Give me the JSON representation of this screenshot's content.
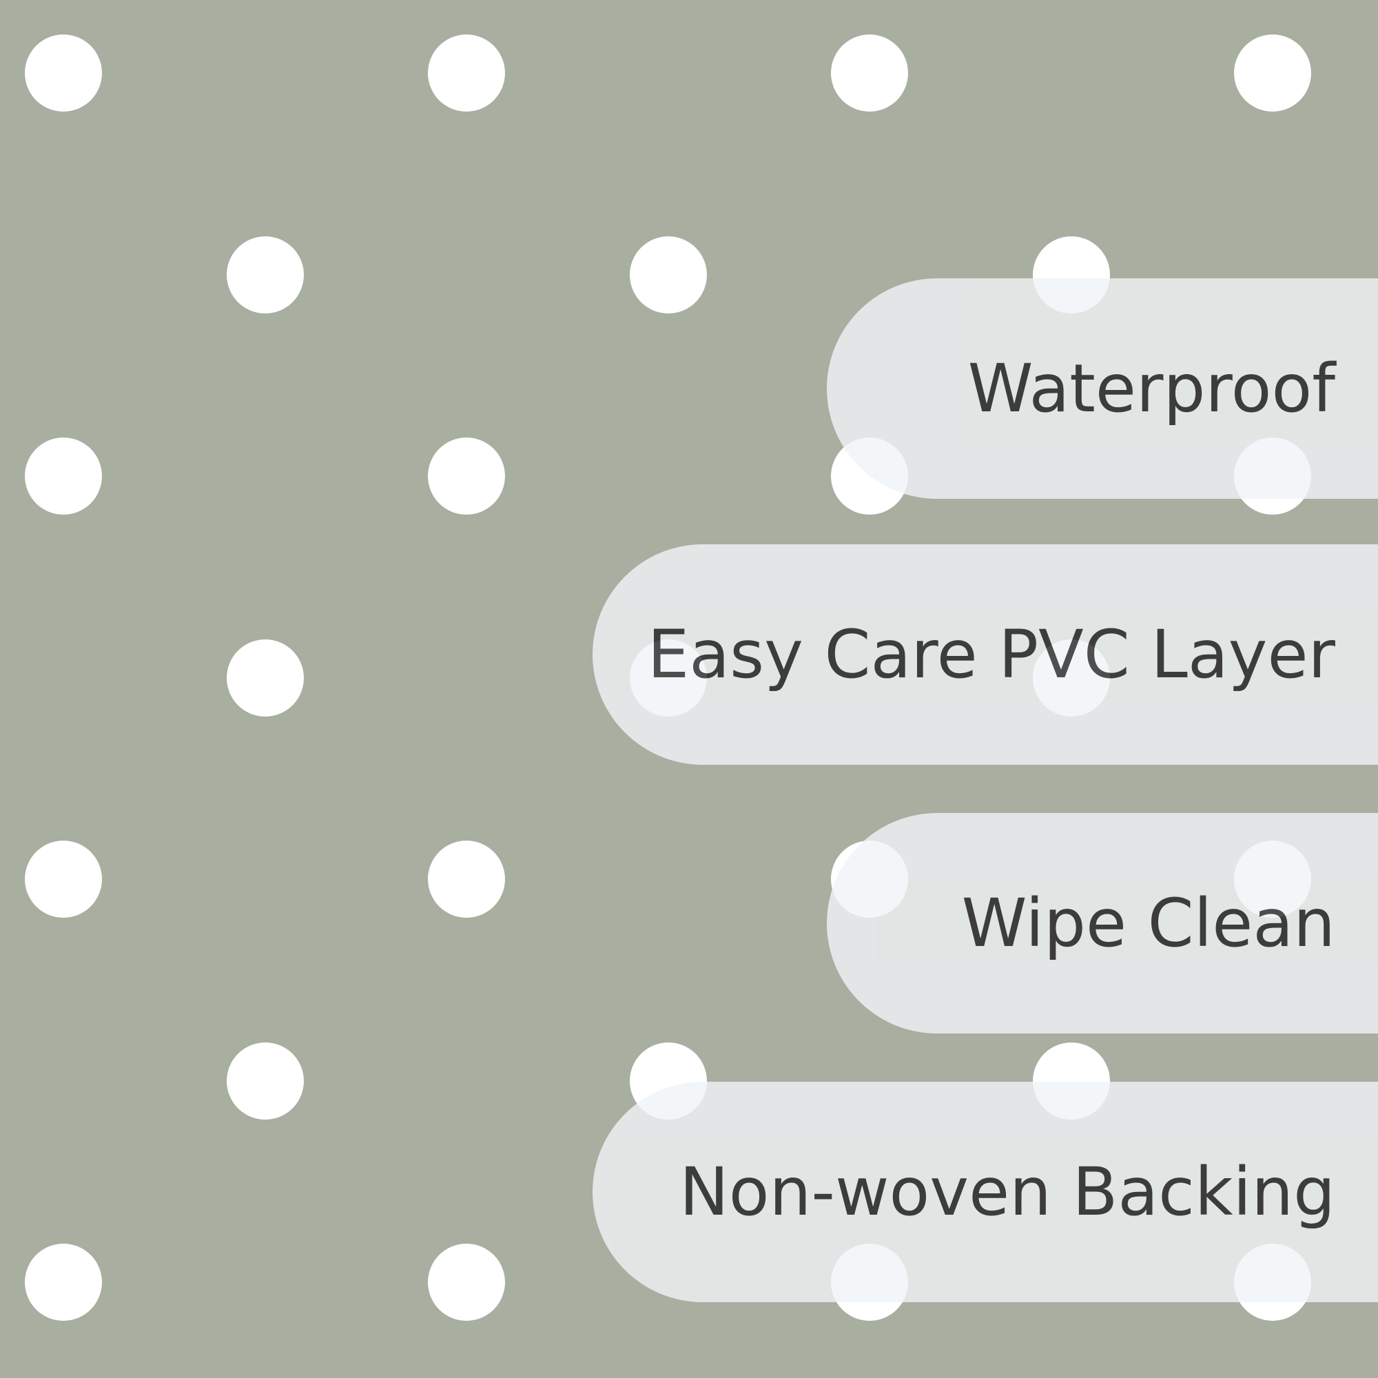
{
  "colors": {
    "background": "#a8aea0",
    "dot": "#ffffff",
    "pill": "#f0f4f7",
    "text": "#222222"
  },
  "features": [
    "Waterproof",
    "Easy Care PVC Layer",
    "Wipe Clean",
    "Non-woven Backing"
  ]
}
